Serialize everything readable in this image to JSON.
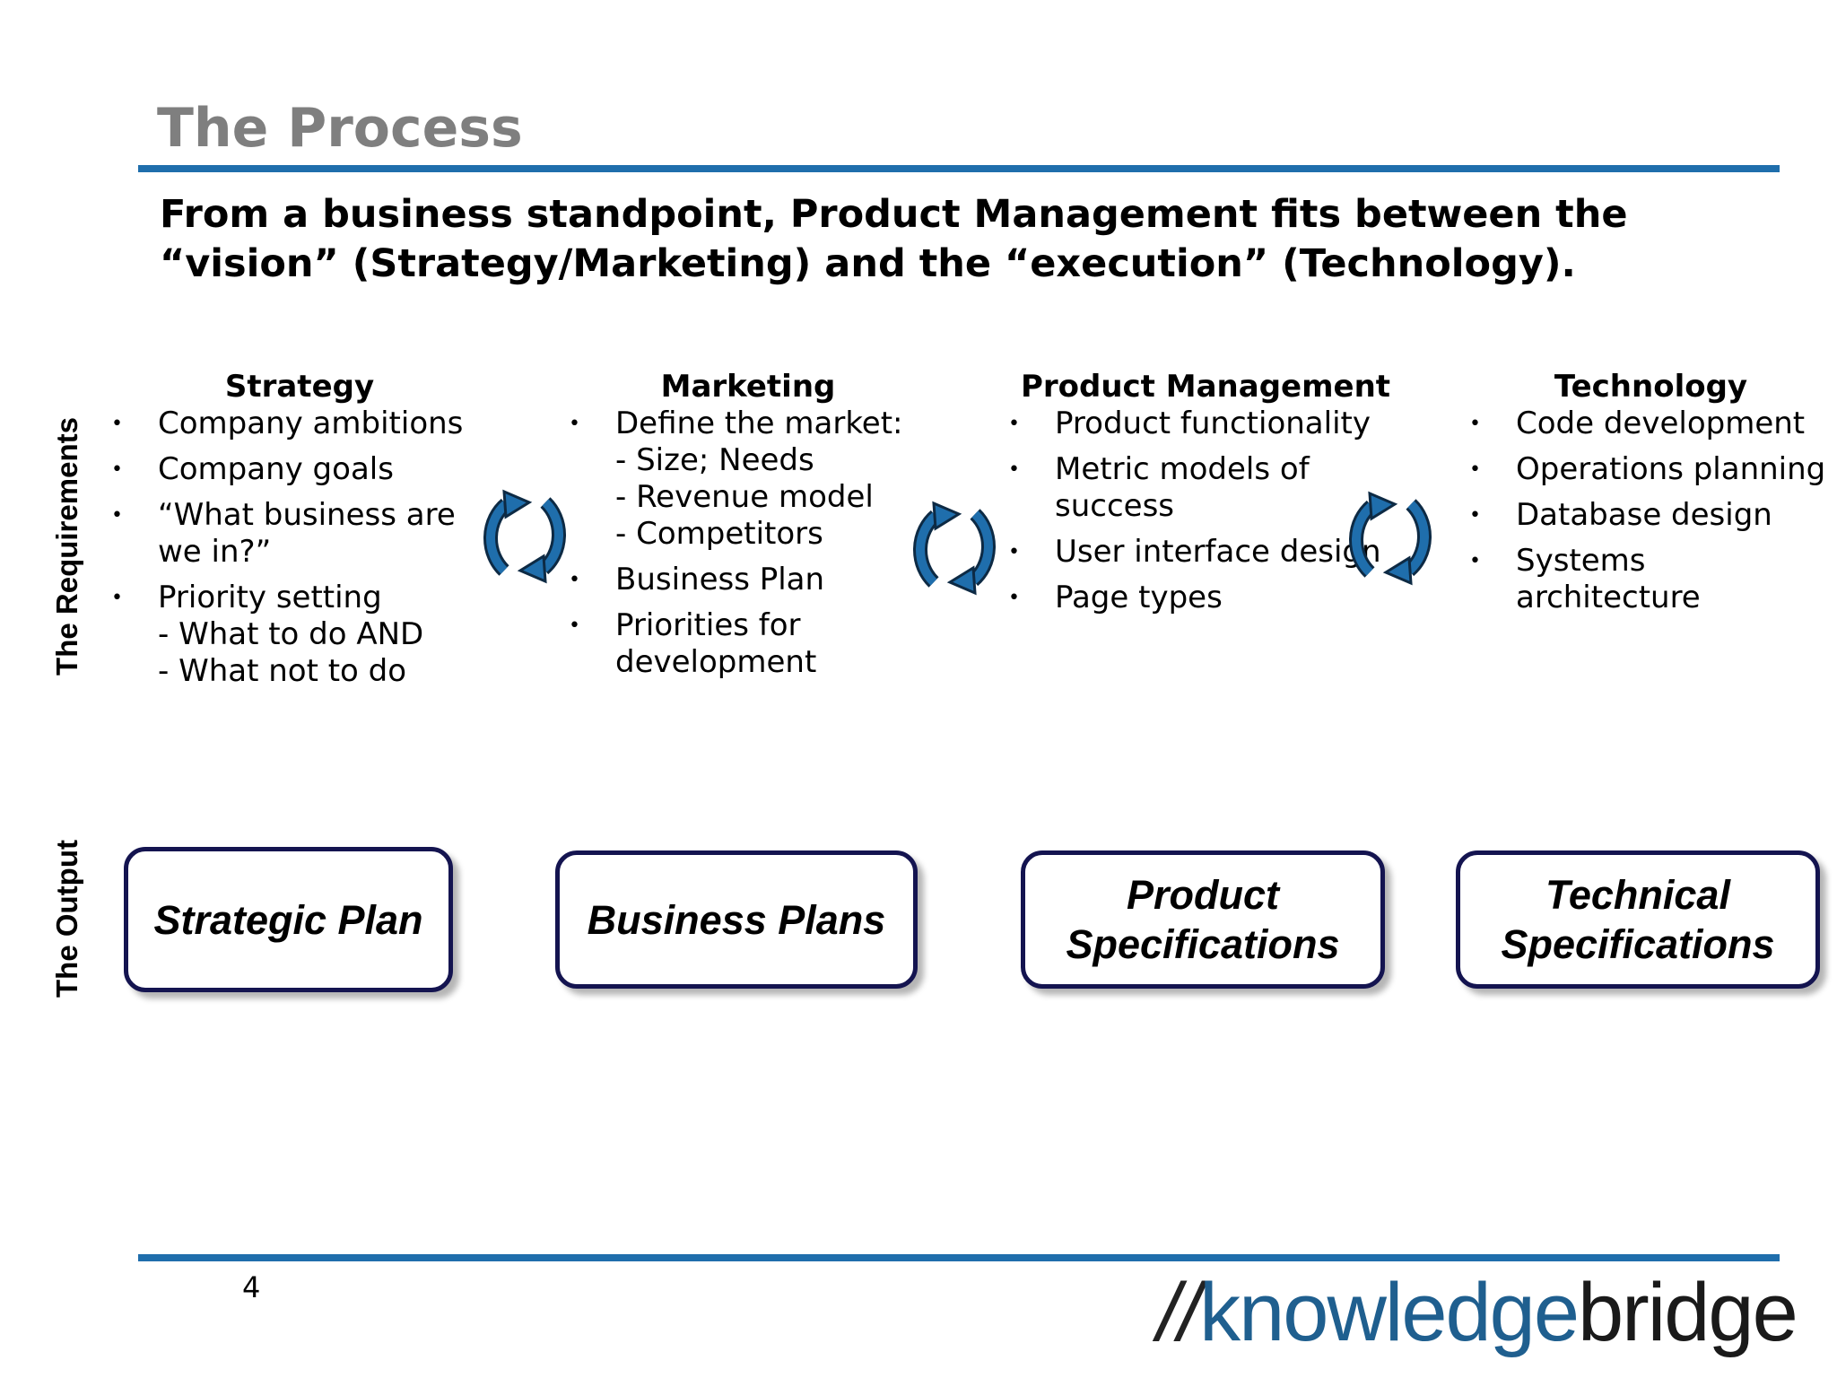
{
  "title": "The Process",
  "subtitle": "From a business standpoint, Product Management fits between the “vision” (Strategy/Marketing) and the “execution” (Technology).",
  "side_labels": {
    "requirements": "The Requirements",
    "output": "The Output"
  },
  "columns": [
    {
      "heading": "Strategy",
      "items": [
        "Company ambitions",
        "Company goals",
        "“What business are we in?”",
        "Priority setting\n- What to do AND\n- What not to do"
      ]
    },
    {
      "heading": "Marketing",
      "items": [
        "Define the market:\n- Size; Needs\n- Revenue model\n- Competitors",
        "Business Plan",
        "Priorities for development"
      ]
    },
    {
      "heading": "Product Management",
      "items": [
        "Product functionality",
        "Metric models of success",
        "User interface design",
        "Page types"
      ]
    },
    {
      "heading": "Technology",
      "items": [
        "Code development",
        "Operations planning",
        "Database design",
        "Systems architecture"
      ]
    }
  ],
  "outputs": [
    "Strategic Plan",
    "Business Plans",
    "Product\nSpecifications",
    "Technical\nSpecifications"
  ],
  "bullet": "•",
  "page_number": "4",
  "logo": {
    "slash": "//",
    "first": "knowledge",
    "second": "bridge"
  },
  "colors": {
    "rule": "#1f6eac",
    "title": "#7f7f7f",
    "box_border": "#141450",
    "cycle": "#1f6eac",
    "logo_accent": "#1f5f8f"
  },
  "icons": [
    "cycle-arrows-icon"
  ]
}
